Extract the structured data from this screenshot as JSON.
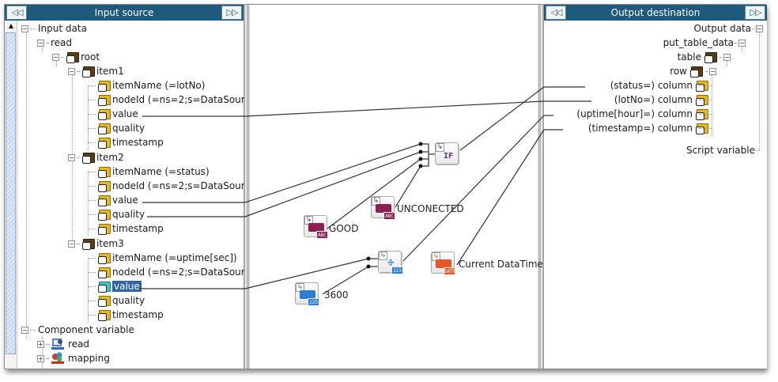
{
  "input_panel": {
    "title": "Input source",
    "collapse_left": "◁◁",
    "collapse_right": "▷▷",
    "tree": {
      "input_data": "Input data",
      "read": "read",
      "root": "root",
      "item1": {
        "label": "item1",
        "children": [
          "itemName (=lotNo)",
          "nodeId (=ns=2;s=DataSour",
          "value",
          "quality",
          "timestamp"
        ]
      },
      "item2": {
        "label": "item2",
        "children": [
          "itemName (=status)",
          "nodeId (=ns=2;s=DataSour",
          "value",
          "quality",
          "timestamp"
        ]
      },
      "item3": {
        "label": "item3",
        "children": [
          "itemName (=uptime[sec])",
          "nodeId (=ns=2;s=DataSour",
          "value",
          "quality",
          "timestamp"
        ],
        "selected_child": "value"
      },
      "component_variable": "Component variable",
      "component_children": [
        "read",
        "mapping"
      ]
    }
  },
  "output_panel": {
    "title": "Output destination",
    "collapse_left": "◁◁",
    "collapse_right": "▷▷",
    "tree": {
      "output_data": "Output data",
      "put_table_data": "put_table_data",
      "table": "table",
      "row": "row",
      "columns": [
        "(status=) column",
        "(lotNo=) column",
        "(uptime[hour]=) column",
        "(timestamp=) column"
      ],
      "script_variable": "Script variable"
    }
  },
  "mapping_canvas": {
    "functions": [
      {
        "id": "if",
        "label": "IF",
        "kind": "condition"
      },
      {
        "id": "divide",
        "label": "÷",
        "kind": "arithmetic",
        "tag": "123"
      }
    ],
    "constants": [
      {
        "id": "good",
        "label": "GOOD",
        "type": "ABC",
        "color": "#8c1f4f"
      },
      {
        "id": "unconnected",
        "label": "UNCONECTED",
        "type": "ABC",
        "color": "#8c1f4f"
      },
      {
        "id": "num3600",
        "label": "3600",
        "type": "123",
        "color": "#2a7fd4"
      },
      {
        "id": "datetime",
        "label": "Current DataTime",
        "type": "DATE",
        "color": "#e2592a"
      }
    ]
  },
  "colors": {
    "header_bg": "#1c5a7e",
    "selection": "#3163a8",
    "folder": "#e9b81a"
  }
}
